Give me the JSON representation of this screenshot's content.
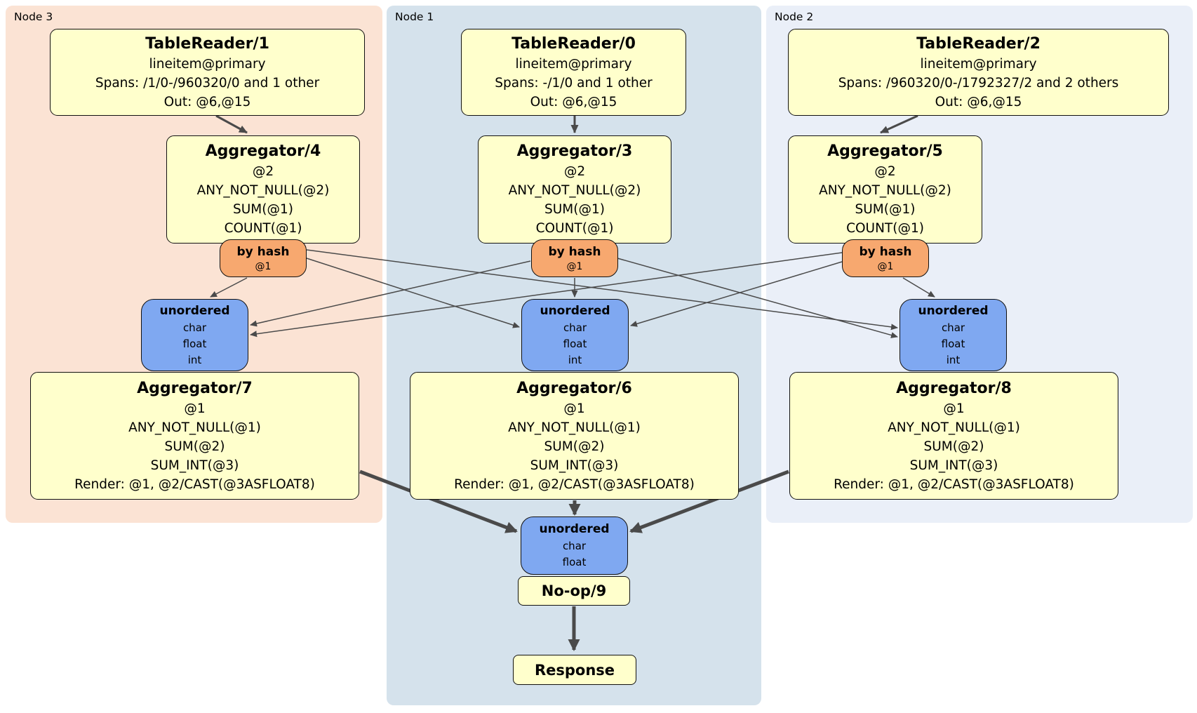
{
  "colors": {
    "page_bg": "#FFFFFF",
    "node3_panel_bg": "#FBE3D4",
    "node1_panel_bg": "#D5E2EC",
    "node2_panel_bg": "#EAEFF8",
    "processor_fill": "#FFFFCC",
    "router_fill": "#F7A86F",
    "sync_fill": "#7FA8F1",
    "box_border": "#111111",
    "edge_color": "#4A4A4A"
  },
  "panels": {
    "node3": {
      "label": "Node 3",
      "tablereader": {
        "title": "TableReader/1",
        "lines": [
          "lineitem@primary",
          "Spans: /1/0-/960320/0 and 1 other",
          "Out: @6,@15"
        ]
      },
      "aggregator_upper": {
        "title": "Aggregator/4",
        "lines": [
          "@2",
          "ANY_NOT_NULL(@2)",
          "SUM(@1)",
          "COUNT(@1)"
        ]
      },
      "router": {
        "title": "by hash",
        "detail": "@1"
      },
      "sync": {
        "title": "unordered",
        "lines": [
          "char",
          "float",
          "int"
        ]
      },
      "aggregator_lower": {
        "title": "Aggregator/7",
        "lines": [
          "@1",
          "ANY_NOT_NULL(@1)",
          "SUM(@2)",
          "SUM_INT(@3)",
          "Render: @1, @2/CAST(@3ASFLOAT8)"
        ]
      }
    },
    "node1": {
      "label": "Node 1",
      "tablereader": {
        "title": "TableReader/0",
        "lines": [
          "lineitem@primary",
          "Spans: -/1/0 and 1 other",
          "Out: @6,@15"
        ]
      },
      "aggregator_upper": {
        "title": "Aggregator/3",
        "lines": [
          "@2",
          "ANY_NOT_NULL(@2)",
          "SUM(@1)",
          "COUNT(@1)"
        ]
      },
      "router": {
        "title": "by hash",
        "detail": "@1"
      },
      "sync": {
        "title": "unordered",
        "lines": [
          "char",
          "float",
          "int"
        ]
      },
      "aggregator_lower": {
        "title": "Aggregator/6",
        "lines": [
          "@1",
          "ANY_NOT_NULL(@1)",
          "SUM(@2)",
          "SUM_INT(@3)",
          "Render: @1, @2/CAST(@3ASFLOAT8)"
        ]
      },
      "final_sync": {
        "title": "unordered",
        "lines": [
          "char",
          "float"
        ]
      },
      "noop": {
        "title": "No-op/9"
      },
      "response": {
        "title": "Response"
      }
    },
    "node2": {
      "label": "Node 2",
      "tablereader": {
        "title": "TableReader/2",
        "lines": [
          "lineitem@primary",
          "Spans: /960320/0-/1792327/2 and 2 others",
          "Out: @6,@15"
        ]
      },
      "aggregator_upper": {
        "title": "Aggregator/5",
        "lines": [
          "@2",
          "ANY_NOT_NULL(@2)",
          "SUM(@1)",
          "COUNT(@1)"
        ]
      },
      "router": {
        "title": "by hash",
        "detail": "@1"
      },
      "sync": {
        "title": "unordered",
        "lines": [
          "char",
          "float",
          "int"
        ]
      },
      "aggregator_lower": {
        "title": "Aggregator/8",
        "lines": [
          "@1",
          "ANY_NOT_NULL(@1)",
          "SUM(@2)",
          "SUM_INT(@3)",
          "Render: @1, @2/CAST(@3ASFLOAT8)"
        ]
      }
    }
  },
  "edges": [
    {
      "from": "TableReader/1",
      "to": "Aggregator/4"
    },
    {
      "from": "TableReader/0",
      "to": "Aggregator/3"
    },
    {
      "from": "TableReader/2",
      "to": "Aggregator/5"
    },
    {
      "from": "by hash (Node 3)",
      "to": "unordered (Node 3)"
    },
    {
      "from": "by hash (Node 3)",
      "to": "unordered (Node 1)"
    },
    {
      "from": "by hash (Node 3)",
      "to": "unordered (Node 2)"
    },
    {
      "from": "by hash (Node 1)",
      "to": "unordered (Node 3)"
    },
    {
      "from": "by hash (Node 1)",
      "to": "unordered (Node 1)"
    },
    {
      "from": "by hash (Node 1)",
      "to": "unordered (Node 2)"
    },
    {
      "from": "by hash (Node 2)",
      "to": "unordered (Node 3)"
    },
    {
      "from": "by hash (Node 2)",
      "to": "unordered (Node 1)"
    },
    {
      "from": "by hash (Node 2)",
      "to": "unordered (Node 2)"
    },
    {
      "from": "Aggregator/7",
      "to": "unordered (final, Node 1)"
    },
    {
      "from": "Aggregator/6",
      "to": "unordered (final, Node 1)"
    },
    {
      "from": "Aggregator/8",
      "to": "unordered (final, Node 1)"
    },
    {
      "from": "No-op/9",
      "to": "Response"
    }
  ]
}
